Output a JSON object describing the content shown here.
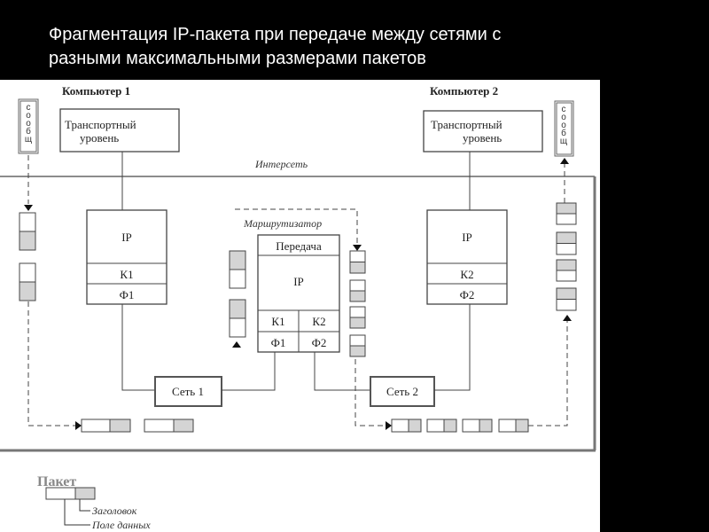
{
  "slide": {
    "title_line1": "Фрагментация IP-пакета при передаче между сетями с",
    "title_line2": "разными максимальными размерами пакетов"
  },
  "diagram": {
    "computer1": {
      "label": "Компьютер 1",
      "transport_line1": "Транспортный",
      "transport_line2": "уровень",
      "ip": "IP",
      "k": "К1",
      "f": "Ф1",
      "message": "сообщ"
    },
    "computer2": {
      "label": "Компьютер 2",
      "transport_line1": "Транспортный",
      "transport_line2": "уровень",
      "ip": "IP",
      "k": "К2",
      "f": "Ф2",
      "message": "сообщ"
    },
    "internet_label": "Интерсеть",
    "router": {
      "label": "Маршрутизатор",
      "forwarding": "Передача",
      "ip": "IP",
      "k1": "К1",
      "k2": "К2",
      "f1": "Ф1",
      "f2": "Ф2"
    },
    "network1": "Сеть 1",
    "network2": "Сеть 2",
    "legend": {
      "title": "Пакет",
      "header": "Заголовок",
      "data_field": "Поле данных"
    },
    "colors": {
      "packet_header": "#d4d4d4",
      "line": "#444444"
    }
  }
}
